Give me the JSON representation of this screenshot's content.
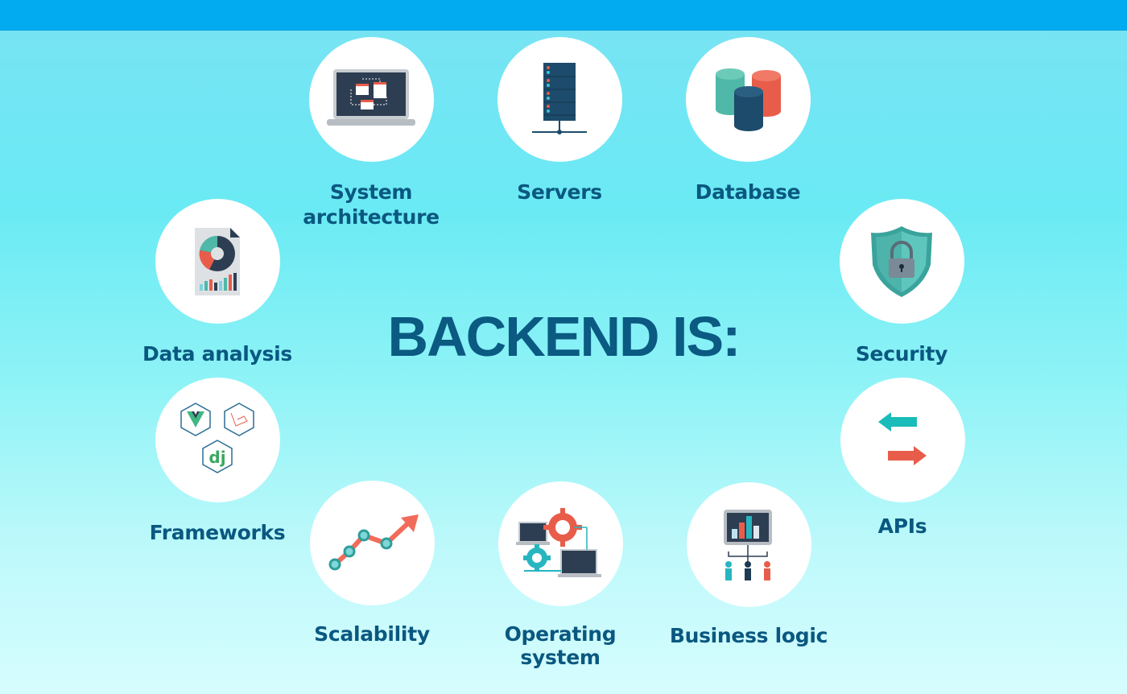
{
  "header": {
    "bar_color": "#02aaf0"
  },
  "title": "BACKEND IS:",
  "colors": {
    "text": "#0a5880",
    "teal": "#26b8b8",
    "coral": "#e85d4a",
    "navy": "#1d4b6b",
    "circle": "#ffffff"
  },
  "items": [
    {
      "label": "System architecture",
      "icon": "laptop-diagram-icon"
    },
    {
      "label": "Servers",
      "icon": "server-rack-icon"
    },
    {
      "label": "Database",
      "icon": "database-cylinders-icon"
    },
    {
      "label": "Data analysis",
      "icon": "report-chart-icon"
    },
    {
      "label": "Security",
      "icon": "shield-lock-icon"
    },
    {
      "label": "Frameworks",
      "icon": "framework-logos-icon",
      "logos": [
        "Vue",
        "Laravel",
        "dj"
      ]
    },
    {
      "label": "APIs",
      "icon": "exchange-arrows-icon"
    },
    {
      "label": "Scalability",
      "icon": "growth-chart-icon"
    },
    {
      "label": "Operating system",
      "icon": "gears-computers-icon"
    },
    {
      "label": "Business logic",
      "icon": "dashboard-people-icon"
    }
  ]
}
